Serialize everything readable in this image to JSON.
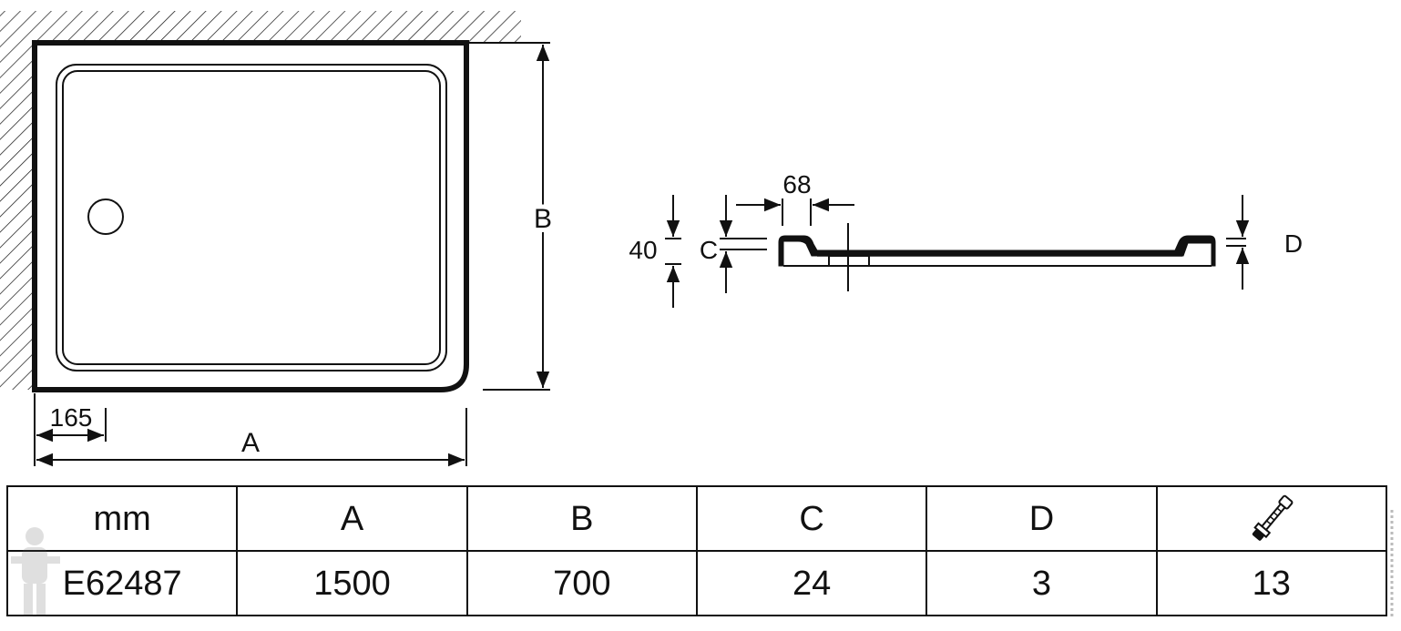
{
  "colors": {
    "line": "#111111",
    "background": "#ffffff"
  },
  "plan_view": {
    "dim_a": "A",
    "dim_b": "B",
    "dim_165": "165"
  },
  "section_view": {
    "dim_68": "68",
    "dim_40": "40",
    "dim_c": "C",
    "dim_d": "D"
  },
  "table": {
    "headers": [
      "mm",
      "A",
      "B",
      "C",
      "D"
    ],
    "leg_icon": "adjustable-leg-icon",
    "row": [
      "E62487",
      "1500",
      "700",
      "24",
      "3",
      "13"
    ]
  }
}
